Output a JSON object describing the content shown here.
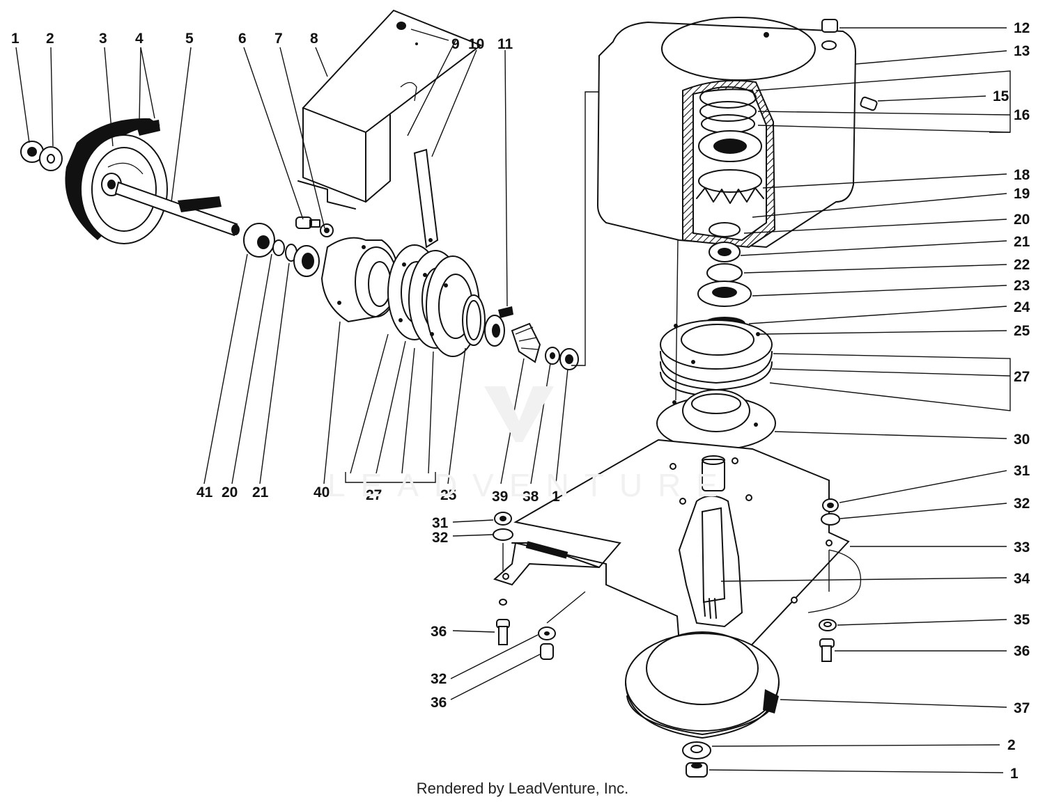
{
  "watermark": "LEADVENTURE",
  "footer": "Rendered by LeadVenture, Inc.",
  "colors": {
    "ink": "#111111",
    "background": "#ffffff",
    "watermark": "#f1f1f1"
  },
  "callouts": [
    {
      "id": "l1",
      "text": "1"
    },
    {
      "id": "l2",
      "text": "2"
    },
    {
      "id": "l3",
      "text": "3"
    },
    {
      "id": "l4",
      "text": "4"
    },
    {
      "id": "l5",
      "text": "5"
    },
    {
      "id": "l6",
      "text": "6"
    },
    {
      "id": "l7",
      "text": "7"
    },
    {
      "id": "l8",
      "text": "8"
    },
    {
      "id": "l9",
      "text": "9"
    },
    {
      "id": "l10",
      "text": "10"
    },
    {
      "id": "l11",
      "text": "11"
    },
    {
      "id": "r12",
      "text": "12"
    },
    {
      "id": "r13",
      "text": "13"
    },
    {
      "id": "r15",
      "text": "15"
    },
    {
      "id": "r16",
      "text": "16"
    },
    {
      "id": "r18",
      "text": "18"
    },
    {
      "id": "r19",
      "text": "19"
    },
    {
      "id": "r20",
      "text": "20"
    },
    {
      "id": "r21",
      "text": "21"
    },
    {
      "id": "r22",
      "text": "22"
    },
    {
      "id": "r23",
      "text": "23"
    },
    {
      "id": "r24",
      "text": "24"
    },
    {
      "id": "r25",
      "text": "25"
    },
    {
      "id": "r27",
      "text": "27"
    },
    {
      "id": "r30",
      "text": "30"
    },
    {
      "id": "r31",
      "text": "31"
    },
    {
      "id": "r32",
      "text": "32"
    },
    {
      "id": "r33",
      "text": "33"
    },
    {
      "id": "r34",
      "text": "34"
    },
    {
      "id": "r35",
      "text": "35"
    },
    {
      "id": "r36",
      "text": "36"
    },
    {
      "id": "r37",
      "text": "37"
    },
    {
      "id": "r2",
      "text": "2"
    },
    {
      "id": "r1",
      "text": "1"
    },
    {
      "id": "b41",
      "text": "41"
    },
    {
      "id": "b20",
      "text": "20"
    },
    {
      "id": "b21",
      "text": "21"
    },
    {
      "id": "b40",
      "text": "40"
    },
    {
      "id": "b27",
      "text": "27"
    },
    {
      "id": "b25",
      "text": "25"
    },
    {
      "id": "b39",
      "text": "39"
    },
    {
      "id": "b38",
      "text": "38"
    },
    {
      "id": "b1",
      "text": "1"
    },
    {
      "id": "m31",
      "text": "31"
    },
    {
      "id": "m32",
      "text": "32"
    },
    {
      "id": "m36",
      "text": "36"
    },
    {
      "id": "m32b",
      "text": "32"
    },
    {
      "id": "m36b",
      "text": "36"
    }
  ]
}
